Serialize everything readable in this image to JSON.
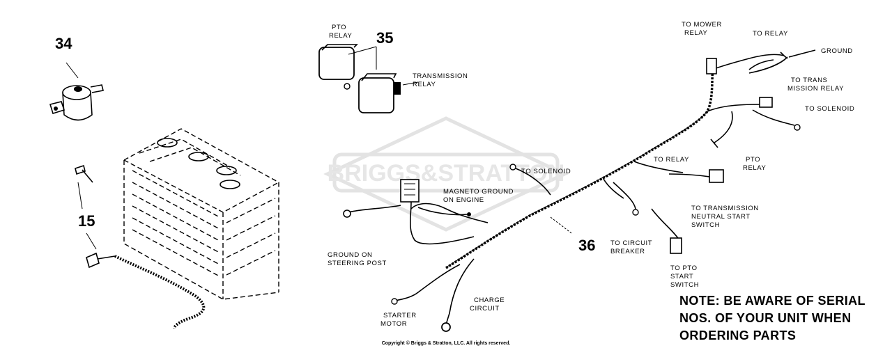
{
  "callouts": {
    "n34": "34",
    "n35": "35",
    "n15": "15",
    "n36": "36"
  },
  "labels": {
    "pto_relay_top": [
      "PTO",
      "RELAY"
    ],
    "transmission_relay": [
      "TRANSMISSION",
      "RELAY"
    ],
    "to_mower_relay": [
      "TO MOWER",
      "RELAY"
    ],
    "to_relay_top": "TO RELAY",
    "ground": "GROUND",
    "to_trans_mission_relay": [
      "TO TRANS",
      "MISSION RELAY"
    ],
    "to_solenoid_right": "TO SOLENOID",
    "to_relay_mid": "TO RELAY",
    "pto_relay_right": [
      "PTO",
      "RELAY"
    ],
    "to_solenoid_left": "TO SOLENOID",
    "magneto_ground": [
      "MAGNETO GROUND",
      "ON ENGINE"
    ],
    "to_transmission_neutral": [
      "TO TRANSMISSION",
      "NEUTRAL START",
      "SWITCH"
    ],
    "ground_on_steering": [
      "GROUND ON",
      "STEERING POST"
    ],
    "to_circuit_breaker": [
      "TO CIRCUIT",
      "BREAKER"
    ],
    "to_pto_start": [
      "TO PTO",
      "START",
      "SWITCH"
    ],
    "starter_motor": [
      "STARTER",
      "MOTOR"
    ],
    "charge_circuit": [
      "CHARGE",
      "CIRCUIT"
    ]
  },
  "note": [
    "NOTE:  BE AWARE OF SERIAL",
    "NOS. OF YOUR UNIT WHEN",
    "ORDERING PARTS"
  ],
  "watermark": "BRIGGS&STRATTON",
  "copyright": "Copyright © Briggs & Stratton, LLC. All rights reserved."
}
